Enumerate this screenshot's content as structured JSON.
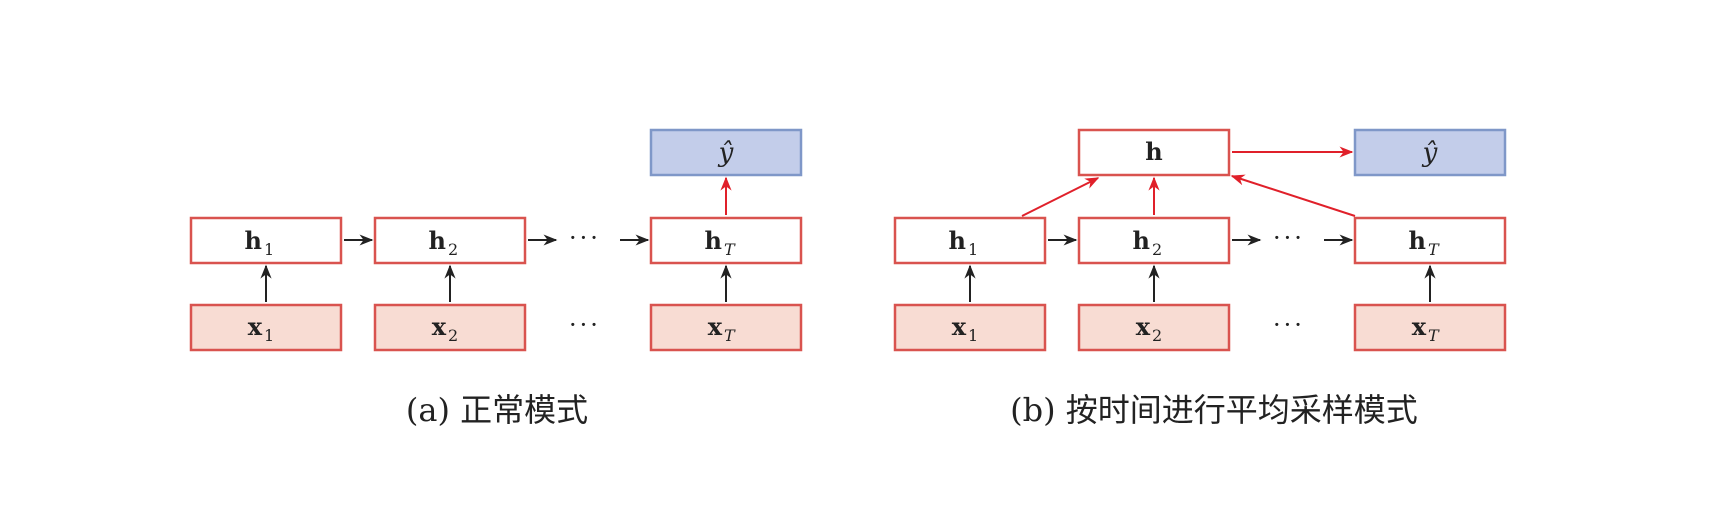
{
  "colors": {
    "hidden_fill": "#ffffff",
    "hidden_stroke": "#d9534f",
    "input_fill": "#f8dcd3",
    "input_stroke": "#d9534f",
    "output_fill": "#c3cdea",
    "output_stroke": "#7f97c8",
    "arrow_black": "#222222",
    "arrow_red": "#e0202a"
  },
  "panel_a": {
    "caption": "(a) 正常模式",
    "hidden": [
      {
        "main": "h",
        "sub": "1"
      },
      {
        "main": "h",
        "sub": "2"
      },
      {
        "main": "h",
        "sub": "T"
      }
    ],
    "inputs": [
      {
        "main": "x",
        "sub": "1"
      },
      {
        "main": "x",
        "sub": "2"
      },
      {
        "main": "x",
        "sub": "T"
      }
    ],
    "output": "ŷ",
    "ellipsis": "···"
  },
  "panel_b": {
    "caption": "(b) 按时间进行平均采样模式",
    "pooled": "h",
    "hidden": [
      {
        "main": "h",
        "sub": "1"
      },
      {
        "main": "h",
        "sub": "2"
      },
      {
        "main": "h",
        "sub": "T"
      }
    ],
    "inputs": [
      {
        "main": "x",
        "sub": "1"
      },
      {
        "main": "x",
        "sub": "2"
      },
      {
        "main": "x",
        "sub": "T"
      }
    ],
    "output": "ŷ",
    "ellipsis": "···"
  }
}
